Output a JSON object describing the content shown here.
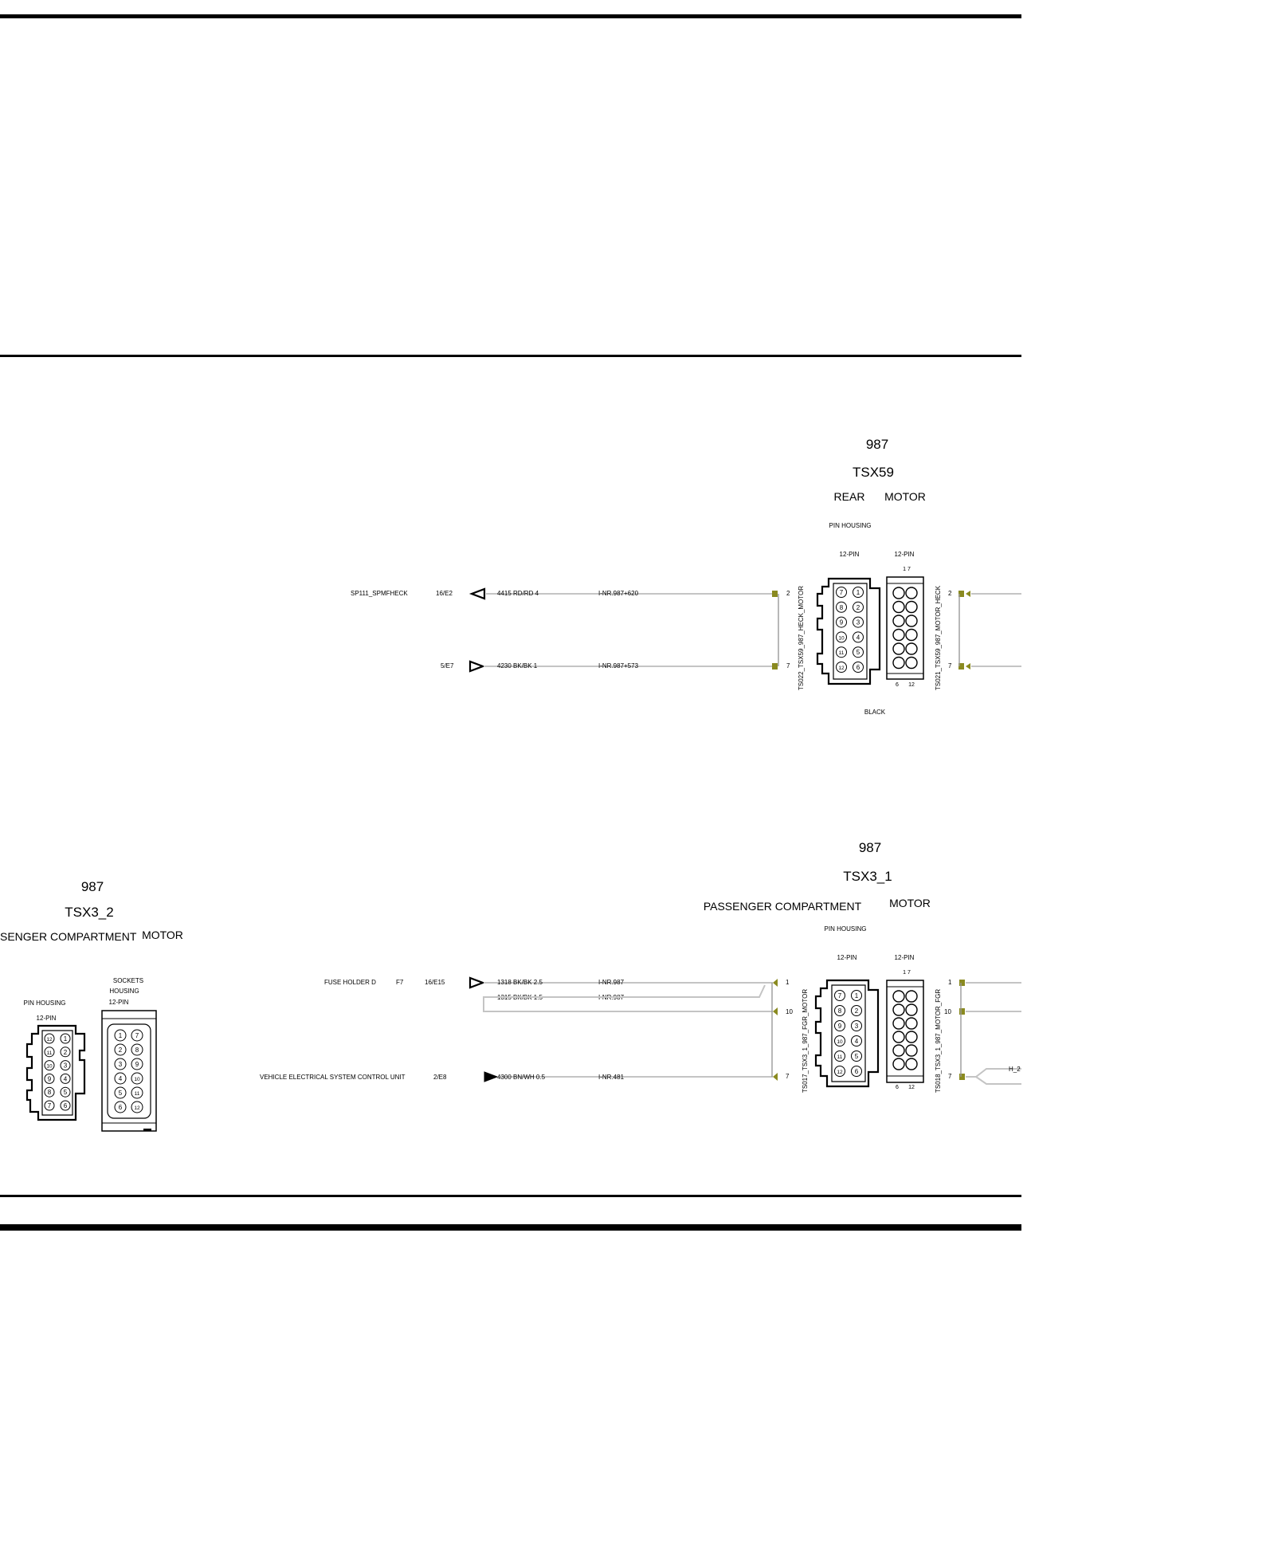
{
  "frame": {
    "border_color": "#000000",
    "wire_color": "#c4c4c4",
    "pin_marker_color": "#8a8a20"
  },
  "conn_tsx59": {
    "number": "987",
    "id": "TSX59",
    "location": "REAR",
    "type": "MOTOR",
    "housing_label": "PIN HOUSING",
    "pins_left_label": "12-PIN",
    "pins_right_label": "12-PIN",
    "top_pins": "1   7",
    "bottom_pin_a": "6",
    "bottom_pin_b": "12",
    "color_label": "BLACK",
    "left_vertical_label": "TS022_TSX59_987_HECK_MOTOR",
    "right_vertical_label": "TS021_TSX59_987_MOTOR_HECK",
    "pin_a": "2",
    "pin_b": "7",
    "pin_a_right": "2",
    "pin_b_right": "7",
    "wires": [
      {
        "source": "SP111_SPMFHECK",
        "ref": "16/E2",
        "wire": "4415 RD/RD 4",
        "inr": "I-NR.987+620"
      },
      {
        "source": "",
        "ref": "5/E7",
        "wire": "4230 BK/BK 1",
        "inr": "I-NR.987+573"
      }
    ]
  },
  "conn_tsx3_1": {
    "number": "987",
    "id": "TSX3_1",
    "location": "PASSENGER COMPARTMENT",
    "type": "MOTOR",
    "housing_label": "PIN HOUSING",
    "pins_left_label": "12-PIN",
    "pins_right_label": "12-PIN",
    "top_pins": "1   7",
    "bottom_pin_a": "6",
    "bottom_pin_b": "12",
    "left_vertical_label": "TS017_TSX3_1_987_FGR_MOTOR",
    "right_vertical_label": "TS018_TSX3_1_987_MOTOR_FGR",
    "pin_a": "1",
    "pin_b": "10",
    "pin_c": "7",
    "pin_a_right": "1",
    "pin_b_right": "10",
    "pin_c_right": "7",
    "right_wire_label": "H_2",
    "wires": [
      {
        "source": "FUSE HOLDER D",
        "fuse": "F7",
        "ref": "16/E15",
        "wire": "1318 BK/BK 2.5",
        "inr": "I-NR.987"
      },
      {
        "source": "",
        "ref": "",
        "wire": "1315 BK/BK 1.5",
        "inr": "I-NR.987"
      },
      {
        "source": "VEHICLE ELECTRICAL SYSTEM  CONTROL UNIT",
        "ref": "2/E8",
        "wire": "4300 BN/WH 0.5",
        "inr": "I-NR.481"
      }
    ]
  },
  "conn_tsx3_2": {
    "number": "987",
    "id": "TSX3_2",
    "location": "SENGER COMPARTMENT",
    "type": "MOTOR",
    "housing_label": "PIN HOUSING",
    "pins_label": "12-PIN",
    "sockets_label_1": "SOCKETS",
    "sockets_label_2": "HOUSING",
    "sockets_pins_label": "12-PIN"
  },
  "pin_numbers": {
    "left_col": [
      "7",
      "8",
      "9",
      "10",
      "11",
      "12"
    ],
    "right_col": [
      "1",
      "2",
      "3",
      "4",
      "5",
      "6"
    ],
    "tsx3_2_left_col": [
      "12",
      "11",
      "10",
      "9",
      "8",
      "7"
    ],
    "tsx3_2_right_col": [
      "1",
      "2",
      "3",
      "4",
      "5",
      "6"
    ],
    "socket_left_col": [
      "1",
      "2",
      "3",
      "4",
      "5",
      "6"
    ],
    "socket_right_col": [
      "7",
      "8",
      "9",
      "10",
      "11",
      "12"
    ]
  }
}
